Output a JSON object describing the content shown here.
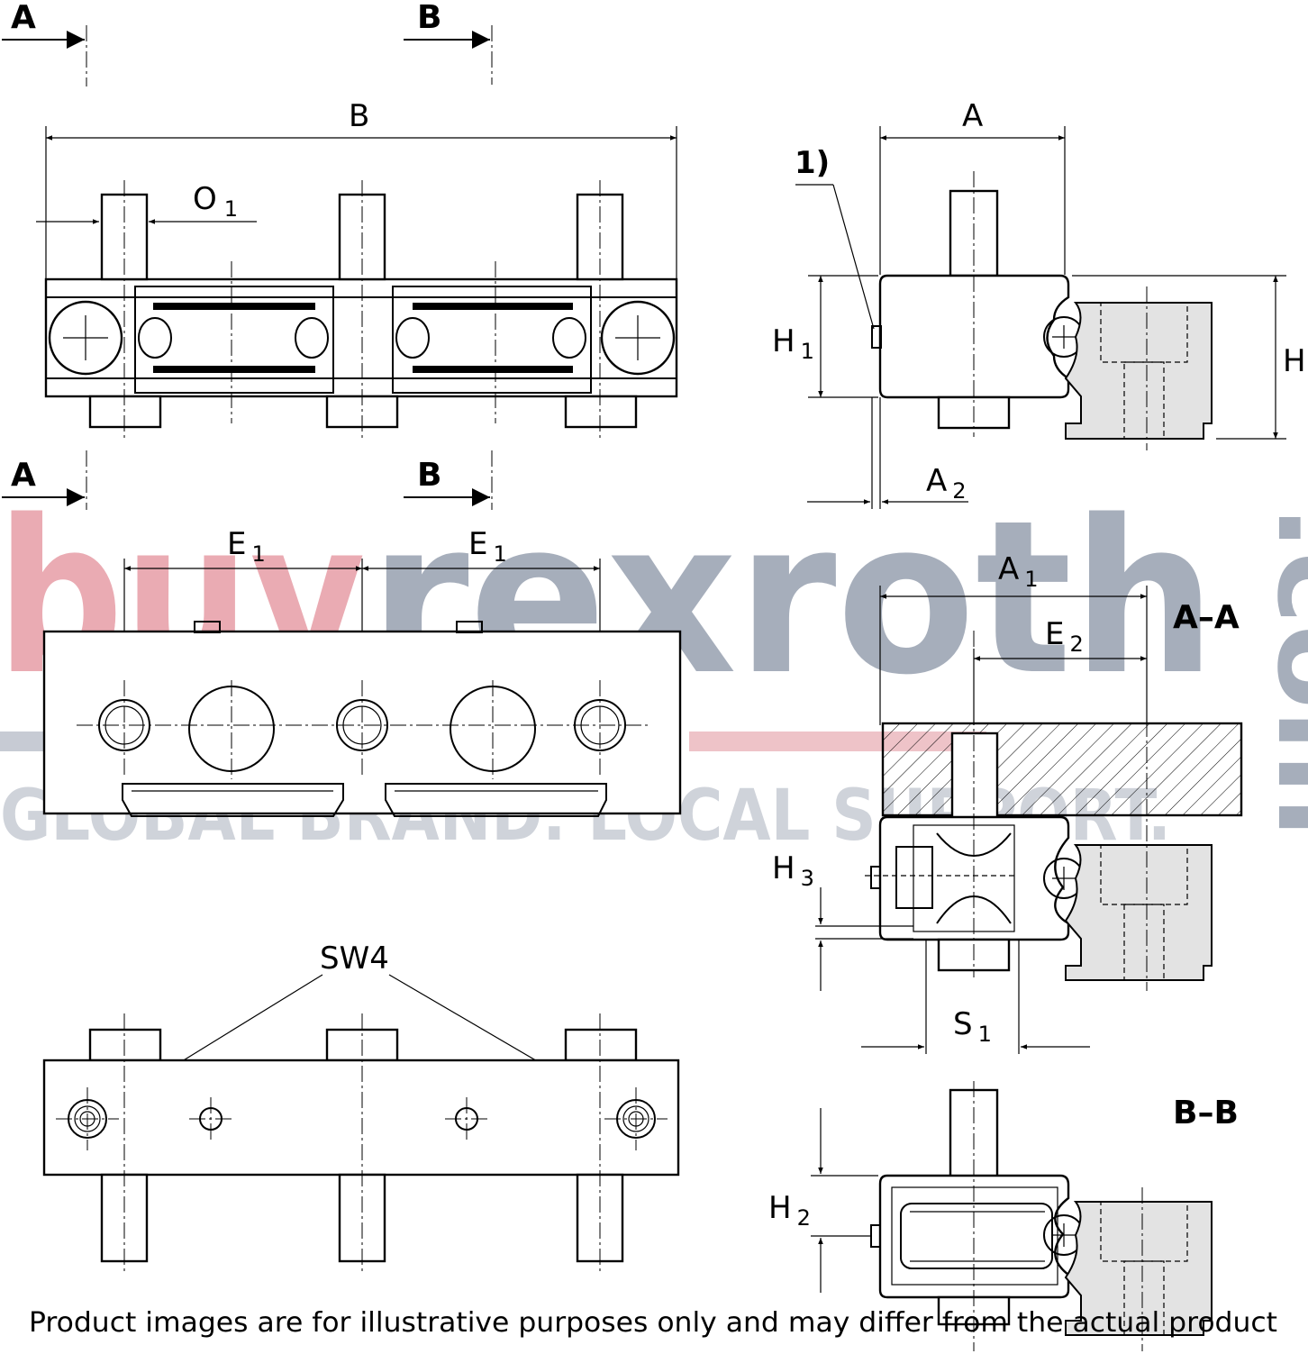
{
  "watermark": {
    "brand_part1": "buy",
    "brand_part2": "rexroth",
    "brand_suffix": ".com",
    "tagline": "GLOBAL BRAND. LOCAL SUPPORT.",
    "colors": {
      "part1": "#e8a5ad",
      "part2": "#9aa3b2",
      "tagline": "#c9cdd5"
    }
  },
  "section_markers": {
    "a": "A",
    "b": "B"
  },
  "section_titles": {
    "aa": "A–A",
    "bb": "B–B"
  },
  "dimensions": {
    "B": "B",
    "O": "O",
    "O_sub": "1",
    "A": "A",
    "A1": "A",
    "A1_sub": "1",
    "A2": "A",
    "A2_sub": "2",
    "H": "H",
    "H1": "H",
    "H1_sub": "1",
    "H2": "H",
    "H2_sub": "2",
    "H3": "H",
    "H3_sub": "3",
    "E1": "E",
    "E1_sub": "1",
    "E2": "E",
    "E2_sub": "2",
    "S1": "S",
    "S1_sub": "1"
  },
  "callouts": {
    "note": "1)",
    "wrench": "SW4"
  },
  "footer": {
    "disclaimer": "Product images are for illustrative purposes only and may differ from the actual product"
  }
}
